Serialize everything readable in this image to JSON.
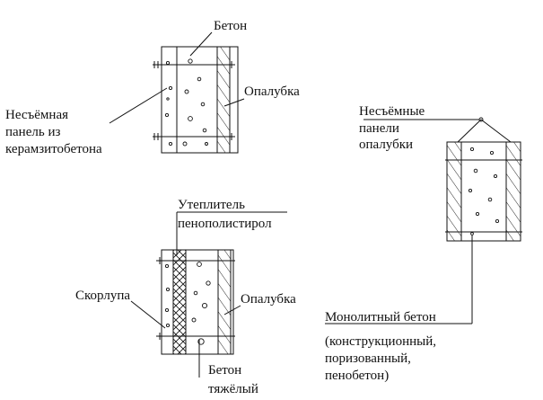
{
  "diagrams": {
    "top_left": {
      "label_concrete": "Бетон",
      "label_formwork": "Опалубка",
      "label_panel_1": "Несъёмная",
      "label_panel_2": "панель из",
      "label_panel_3": "керамзитобетона"
    },
    "right": {
      "label_panels_1": "Несъёмные",
      "label_panels_2": "панели",
      "label_panels_3": "опалубки",
      "label_mono_1": "Монолитный бетон",
      "label_mono_2": "(конструкционный,",
      "label_mono_3": "поризованный,",
      "label_mono_4": "пенобетон)"
    },
    "bottom_left": {
      "label_insul_1": "Утеплитель",
      "label_insul_2": "пенополистирол",
      "label_shell": "Скорлупа",
      "label_formwork": "Опалубка",
      "label_concrete_1": "Бетон",
      "label_concrete_2": "тяжёлый"
    }
  }
}
